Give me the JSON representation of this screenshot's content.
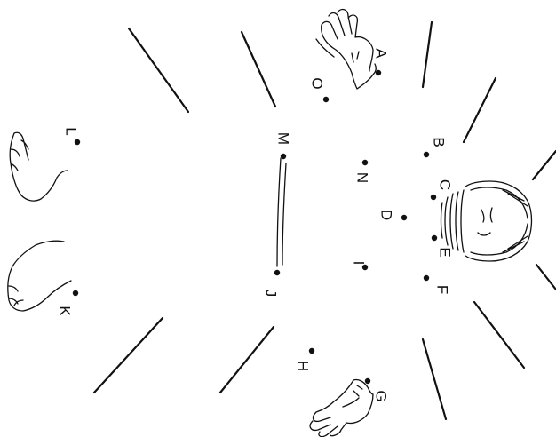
{
  "labels": {
    "A": "A",
    "B": "B",
    "C": "C",
    "D": "D",
    "E": "E",
    "F": "F",
    "G": "G",
    "H": "H",
    "I": "I",
    "J": "J",
    "K": "K",
    "L": "L",
    "M": "M",
    "N": "N",
    "O": "O"
  }
}
